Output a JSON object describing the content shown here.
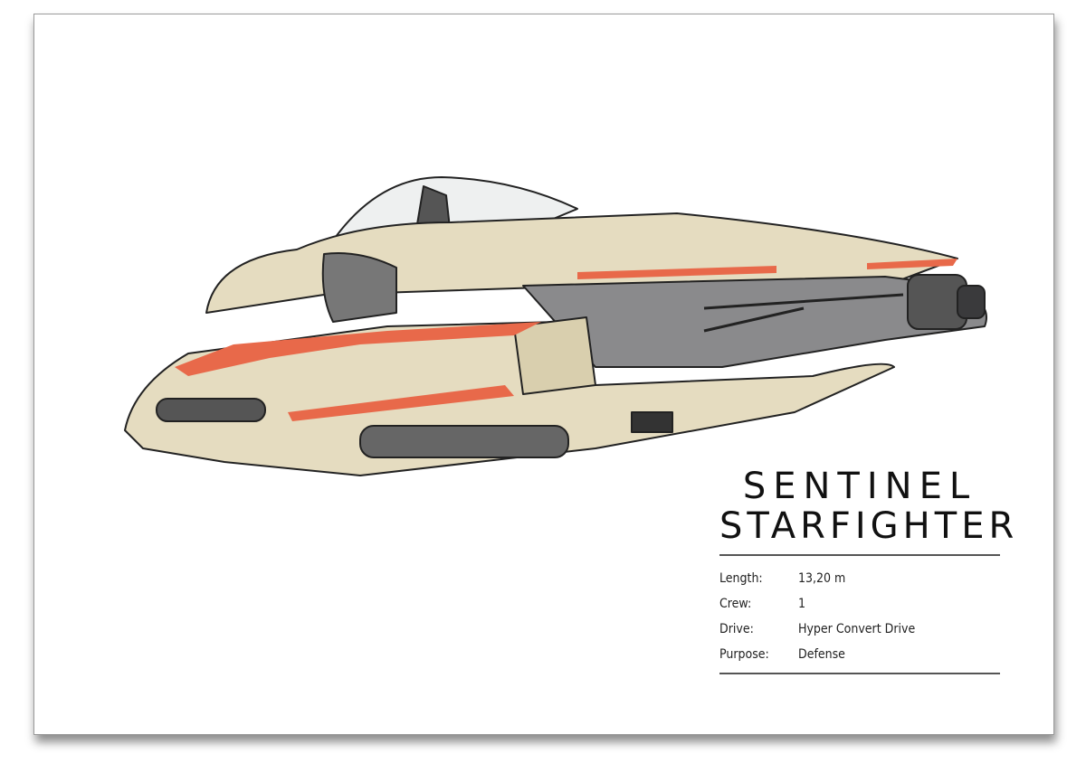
{
  "title": {
    "line1": "SENTINEL",
    "line2": "STARFIGHTER"
  },
  "specs": [
    {
      "label": "Length:",
      "value": "13,20 m"
    },
    {
      "label": "Crew:",
      "value": "1"
    },
    {
      "label": "Drive:",
      "value": "Hyper Convert Drive"
    },
    {
      "label": "Purpose:",
      "value": "Defense"
    }
  ],
  "colors": {
    "hull": "#e5dcc0",
    "accent": "#e8694a",
    "dark": "#4a4a4c",
    "outline": "#222222"
  }
}
